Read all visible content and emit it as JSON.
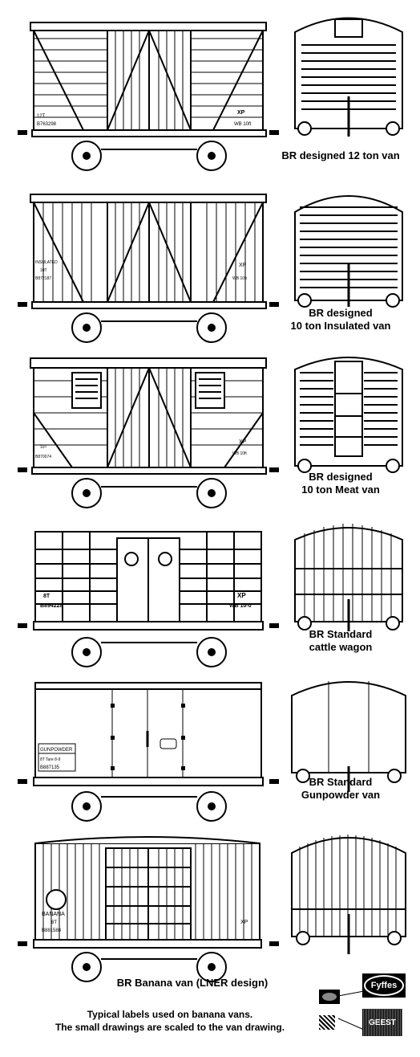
{
  "wagons": [
    {
      "caption": "BR designed 12 ton van",
      "markings": {
        "top_right": "XP",
        "num_left": "12T",
        "num": "B763298",
        "wb": "WB 10ft"
      }
    },
    {
      "caption": "BR  designed\n10 ton Insulated van",
      "markings": {
        "top_left": "INSULATED",
        "num_left": "10T",
        "num": "B872187",
        "top_right": "XP",
        "wb": "WB 10ft"
      }
    },
    {
      "caption": "BR designed\n10 ton Meat van",
      "markings": {
        "num_left": "10T",
        "num": "B870074",
        "top_right": "XP",
        "wb": "WB 10ft"
      }
    },
    {
      "caption": "BR Standard\ncattle wagon",
      "markings": {
        "num_left": "8T",
        "num": "B894228",
        "top_right": "XP",
        "wb": "WB 10-0"
      }
    },
    {
      "caption": "BR Standard\nGunpowder van",
      "markings": {
        "top_left": "GUNPOWDER",
        "num_left": "8T Tare 8-9",
        "num": "B887135"
      }
    },
    {
      "caption": "BR Banana van (LNER design)",
      "markings": {
        "top_left": "BANANA",
        "num_left": "8T",
        "num": "B881588",
        "top_right": "XP"
      }
    }
  ],
  "footer": {
    "line1": "Typical labels used on banana vans.",
    "line2": "The small drawings are scaled to the van drawing."
  },
  "labels": {
    "fyffes": "Fyffes",
    "geest": "GEEST"
  }
}
